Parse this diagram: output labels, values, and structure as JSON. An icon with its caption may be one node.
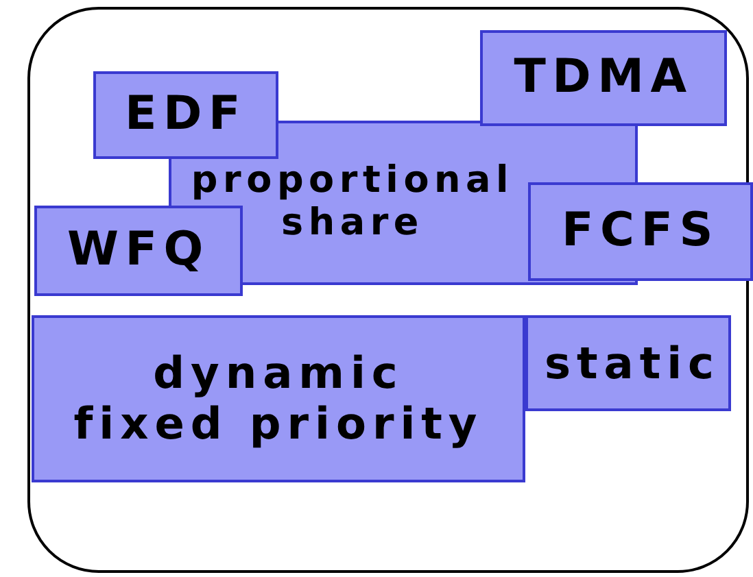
{
  "diagram": {
    "nodes": [
      {
        "text": [],
        "shape": "box"
      },
      {
        "text": [
          "TDMA"
        ],
        "in": 0
      },
      {
        "text": [
          "EDF"
        ],
        "in": 0
      },
      {
        "text": [
          "proportional share"
        ],
        "in": 0
      },
      {
        "text": [
          "WFQ"
        ],
        "in": 0
      },
      {
        "text": [
          "FCFS"
        ],
        "in": 0
      },
      {
        "text": [
          "static"
        ],
        "in": 0
      },
      {
        "text": [
          "dynamic fixed priority"
        ],
        "in": 0
      }
    ]
  }
}
